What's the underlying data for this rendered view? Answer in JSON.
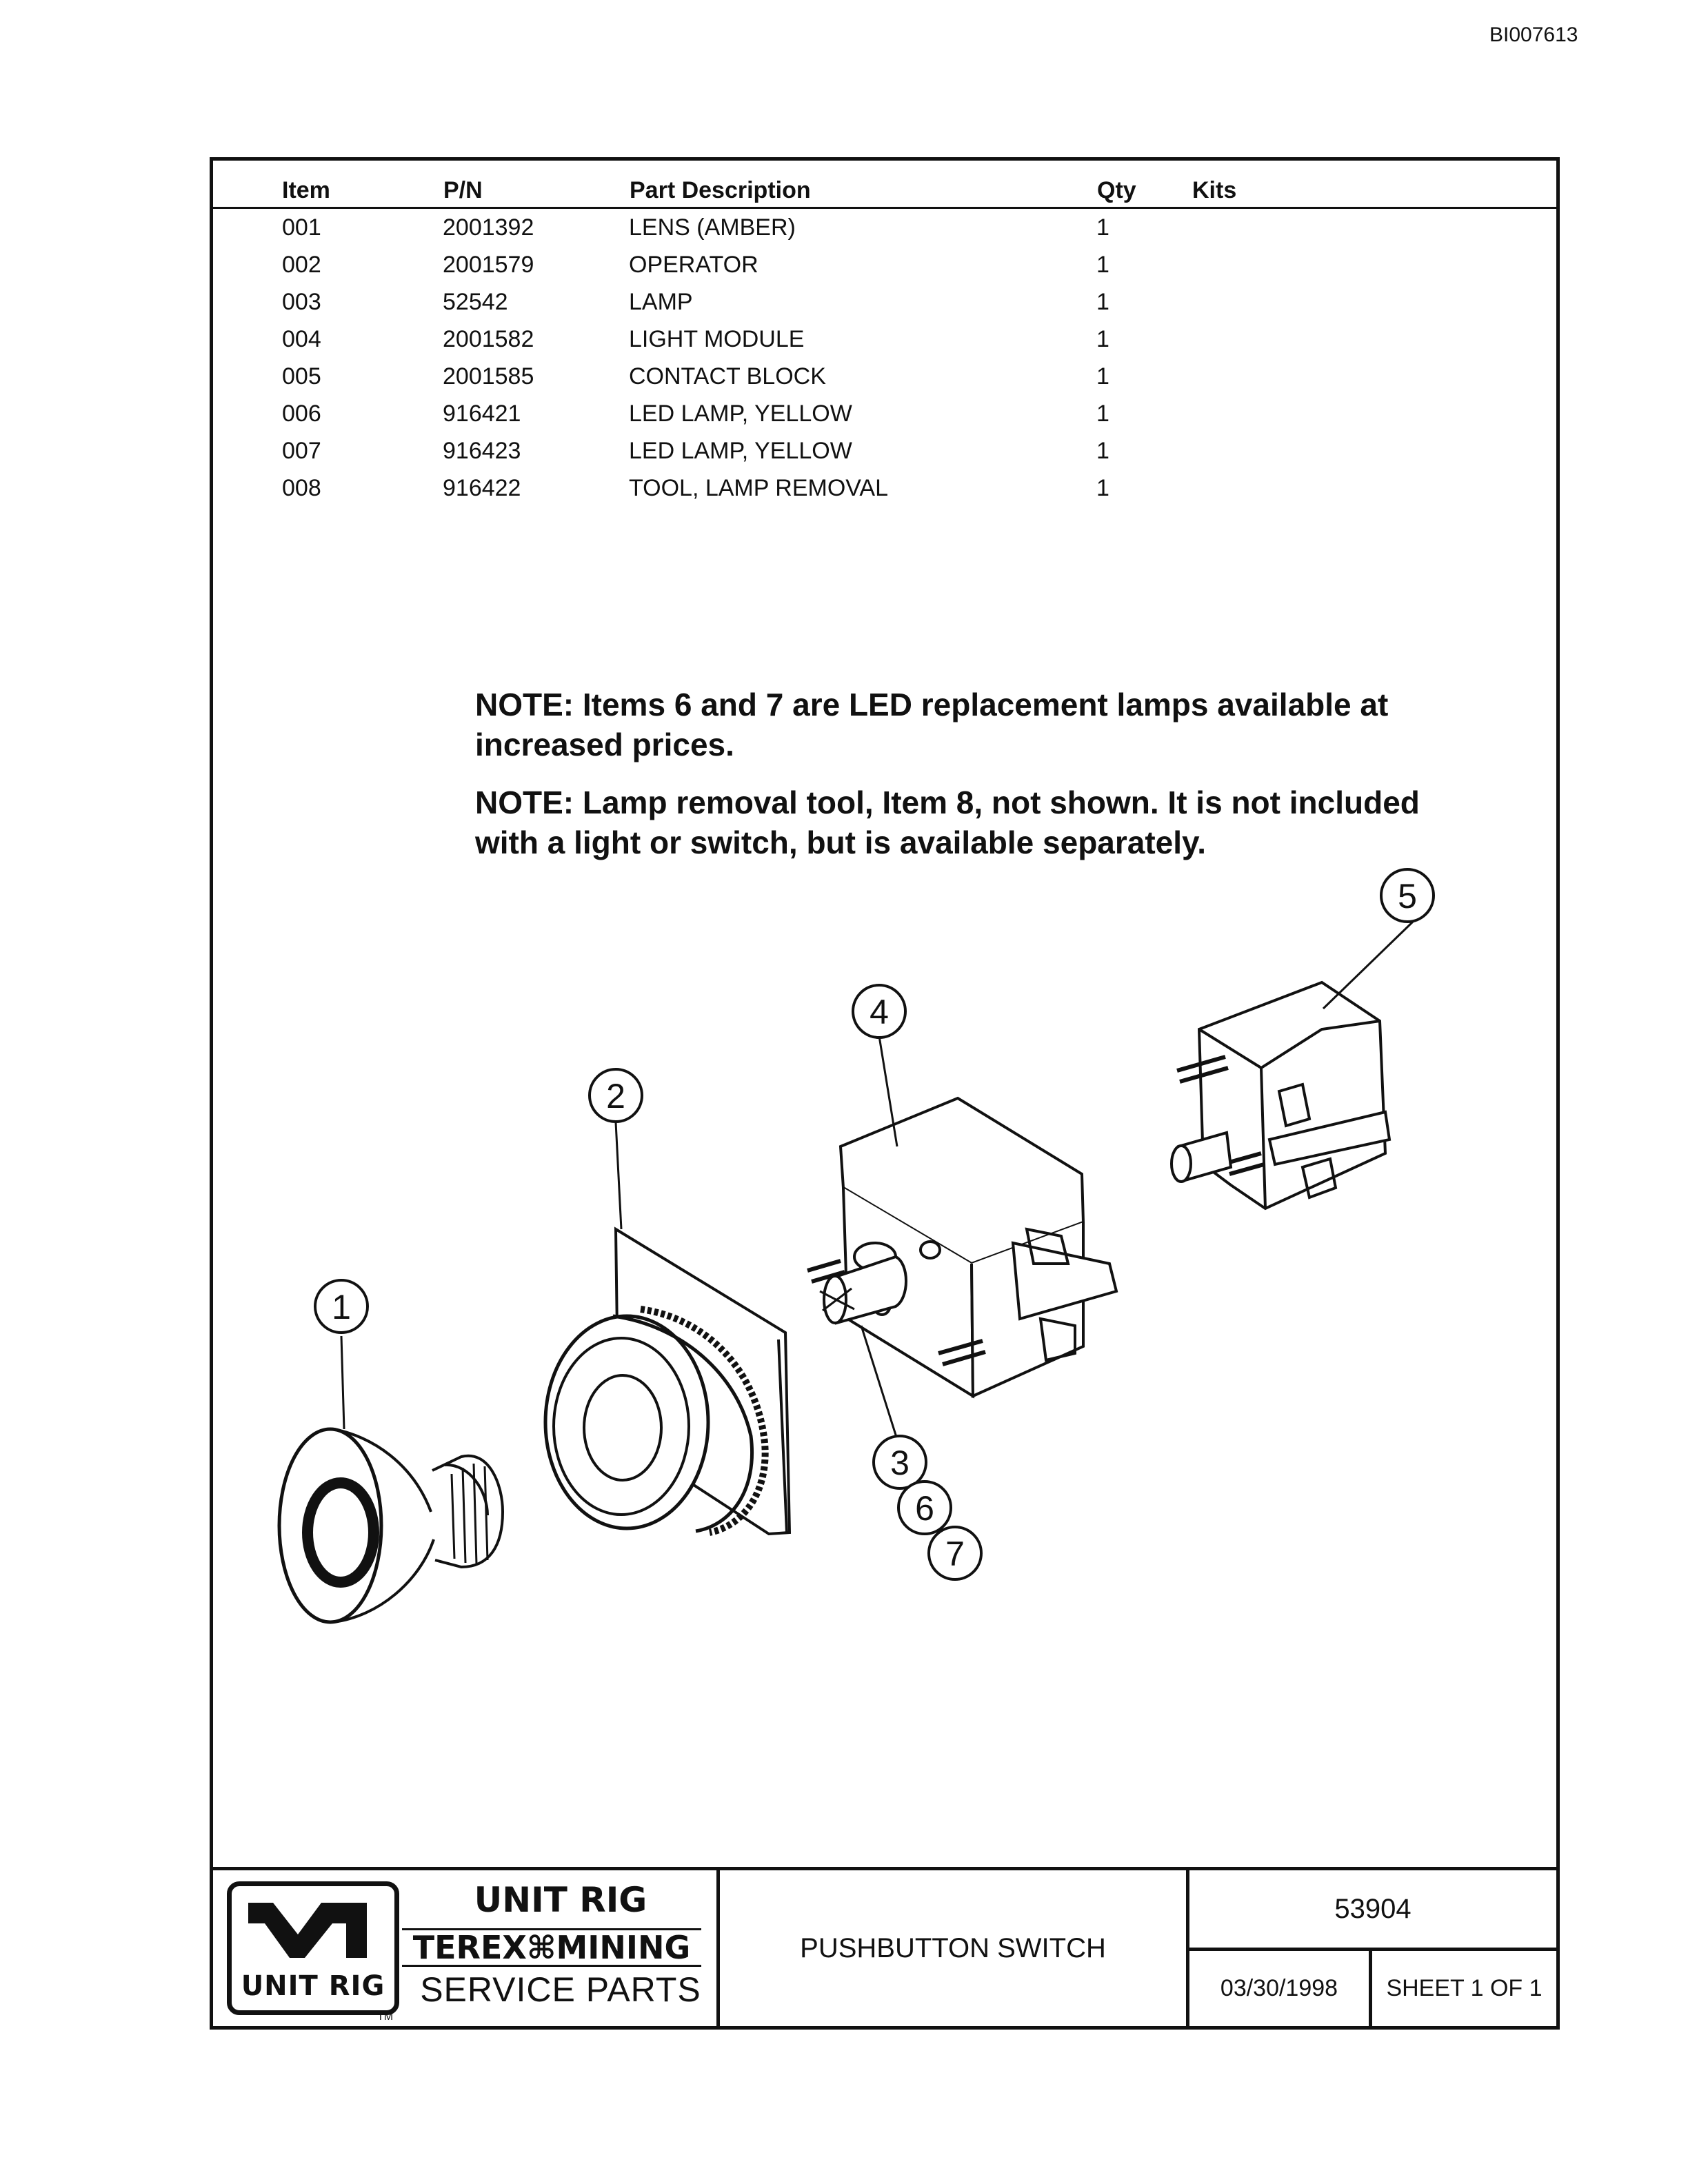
{
  "doc_id": "BI007613",
  "parts_table": {
    "headers": [
      "Item",
      "P/N",
      "Part Description",
      "Qty",
      "Kits"
    ],
    "rows": [
      [
        "001",
        "2001392",
        "LENS (AMBER)",
        "1",
        ""
      ],
      [
        "002",
        "2001579",
        "OPERATOR",
        "1",
        ""
      ],
      [
        "003",
        "52542",
        "LAMP",
        "1",
        ""
      ],
      [
        "004",
        "2001582",
        "LIGHT MODULE",
        "1",
        ""
      ],
      [
        "005",
        "2001585",
        "CONTACT BLOCK",
        "1",
        ""
      ],
      [
        "006",
        "916421",
        "LED LAMP, YELLOW",
        "1",
        ""
      ],
      [
        "007",
        "916423",
        "LED LAMP, YELLOW",
        "1",
        ""
      ],
      [
        "008",
        "916422",
        "TOOL, LAMP REMOVAL",
        "1",
        ""
      ]
    ]
  },
  "notes": [
    "NOTE: Items 6 and 7 are LED replacement lamps available at increased prices.",
    "NOTE: Lamp removal tool, Item 8, not shown. It is not included with a light or switch, but is available separately."
  ],
  "callouts": [
    "1",
    "2",
    "3",
    "4",
    "5",
    "6",
    "7"
  ],
  "title_block": {
    "logo_text": "UNIT RIG",
    "trademark": "TM",
    "brand_line1": "UNIT RIG",
    "brand_line2": "TEREX⌘MINING",
    "brand_line3": "SERVICE PARTS",
    "title": "PUSHBUTTON SWITCH",
    "number": "53904",
    "date": "03/30/1998",
    "sheet": "SHEET 1 OF 1"
  }
}
